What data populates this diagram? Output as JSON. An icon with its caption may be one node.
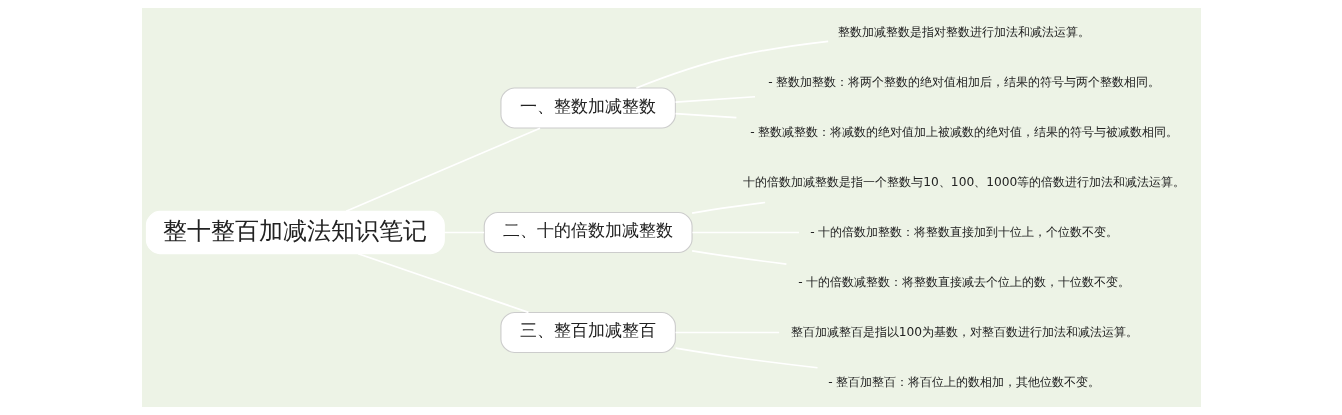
{
  "diagram": {
    "nodes": [
      {
        "text": [
          "整十整百加减法知识笔记"
        ]
      },
      {
        "text": [
          "一、整数加减整数"
        ]
      },
      {
        "text": [
          "整数加减整数是指对整数进行加法和减法运算。"
        ]
      },
      {
        "text": [
          "- 整数加整数：将两个整数的绝对值相加后，结果的符号与两个整数相同。"
        ]
      },
      {
        "text": [
          "- 整数减整数：将减数的绝对值加上被减数的绝对值，结果的符号与被减数相同。"
        ]
      },
      {
        "text": [
          "二、十的倍数加减整数"
        ]
      },
      {
        "text": [
          "十的倍数加减整数是指一个整数与10、100、1000等的倍数进行加法和减法运算。"
        ]
      },
      {
        "text": [
          "- 十的倍数加整数：将整数直接加到十位上，个位数不变。"
        ]
      },
      {
        "text": [
          "- 十的倍数减整数：将整数直接减去个位上的数，十位数不变。"
        ]
      },
      {
        "text": [
          "三、整百加减整百"
        ]
      },
      {
        "text": [
          "整百加减整百是指以100为基数，对整百数进行加法和减法运算。"
        ]
      },
      {
        "text": [
          "- 整百加整百：将百位上的数相加，其他位数不变。"
        ]
      }
    ],
    "edges": [
      {
        "from": 0,
        "to": 1,
        "arrow": "none"
      },
      {
        "from": 1,
        "to": 2,
        "arrow": "none"
      },
      {
        "from": 1,
        "to": 3,
        "arrow": "none"
      },
      {
        "from": 1,
        "to": 4,
        "arrow": "none"
      },
      {
        "from": 0,
        "to": 5,
        "arrow": "none"
      },
      {
        "from": 5,
        "to": 6,
        "arrow": "none"
      },
      {
        "from": 5,
        "to": 7,
        "arrow": "none"
      },
      {
        "from": 5,
        "to": 8,
        "arrow": "none"
      },
      {
        "from": 0,
        "to": 9,
        "arrow": "none"
      },
      {
        "from": 9,
        "to": 10,
        "arrow": "none"
      },
      {
        "from": 9,
        "to": 11,
        "arrow": "none"
      }
    ]
  }
}
